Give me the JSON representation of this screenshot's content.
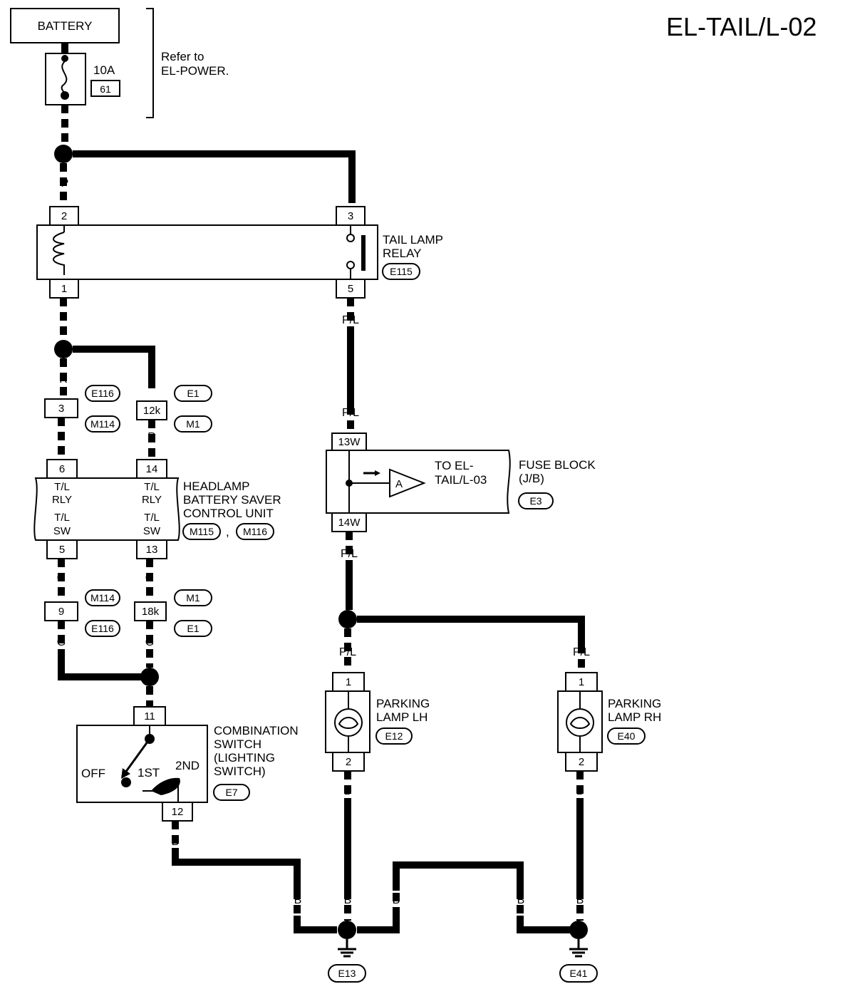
{
  "title": "EL-TAIL/L-02",
  "battery": {
    "label": "BATTERY"
  },
  "fuse": {
    "rating": "10A",
    "number": "61"
  },
  "refer_note": [
    "Refer to",
    "EL-POWER."
  ],
  "tail_lamp_relay": {
    "label": [
      "TAIL LAMP",
      "RELAY"
    ],
    "connector": "E115",
    "pins": [
      "2",
      "3",
      "1",
      "5"
    ]
  },
  "connectors_upper": {
    "left_pin": "3",
    "right_pin": "12k",
    "tags": [
      "E116",
      "M114",
      "E1",
      "M1"
    ]
  },
  "headlamp_unit": {
    "label": [
      "HEADLAMP",
      "BATTERY SAVER",
      "CONTROL UNIT"
    ],
    "connectors": [
      "M115",
      "M116"
    ],
    "pins": [
      "6",
      "14",
      "5",
      "13"
    ],
    "inner_left": [
      "T/L",
      "RLY",
      "T/L",
      "SW"
    ],
    "inner_right": [
      "T/L",
      "RLY",
      "T/L",
      "SW"
    ]
  },
  "connectors_lower": {
    "left_pin": "9",
    "right_pin": "18k",
    "tags": [
      "M114",
      "E116",
      "M1",
      "E1"
    ]
  },
  "combination_switch": {
    "label": [
      "COMBINATION",
      "SWITCH",
      "(LIGHTING",
      "SWITCH)"
    ],
    "connector": "E7",
    "pins": [
      "11",
      "12"
    ],
    "positions": [
      "OFF",
      "1ST",
      "2ND"
    ]
  },
  "fuse_block": {
    "label": [
      "FUSE BLOCK",
      "(J/B)"
    ],
    "connector": "E3",
    "pins": [
      "13W",
      "14W"
    ],
    "to_label": [
      "TO EL-",
      "TAIL/L-03"
    ],
    "arrow_label": "A"
  },
  "parking_lamp_lh": {
    "label": [
      "PARKING",
      "LAMP LH"
    ],
    "connector": "E12",
    "pins": [
      "1",
      "2"
    ]
  },
  "parking_lamp_rh": {
    "label": [
      "PARKING",
      "LAMP RH"
    ],
    "connector": "E40",
    "pins": [
      "1",
      "2"
    ]
  },
  "grounds": [
    "E13",
    "E41"
  ],
  "wire_colors": {
    "p": "P",
    "r": "R",
    "pl": "P/L",
    "g": "G",
    "b": "B"
  }
}
